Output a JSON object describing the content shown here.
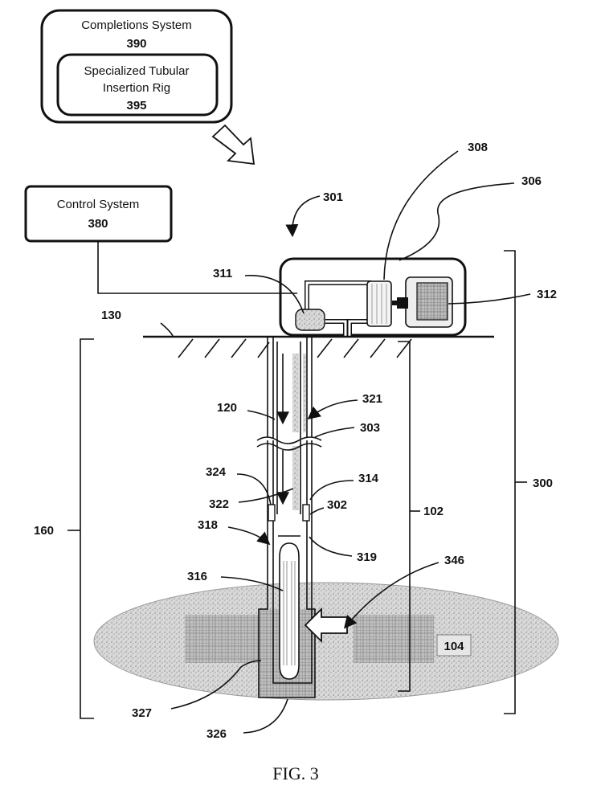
{
  "boxes": {
    "completions_title": "Completions System",
    "completions_num": "390",
    "rig_line1": "Specialized Tubular",
    "rig_line2": "Insertion Rig",
    "rig_num": "395",
    "control_title": "Control System",
    "control_num": "380"
  },
  "refs": {
    "r301": "301",
    "r308": "308",
    "r306": "306",
    "r311": "311",
    "r312": "312",
    "r130": "130",
    "r321": "321",
    "r120": "120",
    "r303": "303",
    "r324": "324",
    "r314": "314",
    "r322": "322",
    "r302": "302",
    "r102": "102",
    "r318": "318",
    "r319": "319",
    "r300": "300",
    "r160": "160",
    "r346": "346",
    "r316": "316",
    "r104": "104",
    "r327": "327",
    "r326": "326"
  },
  "caption": "FIG. 3"
}
